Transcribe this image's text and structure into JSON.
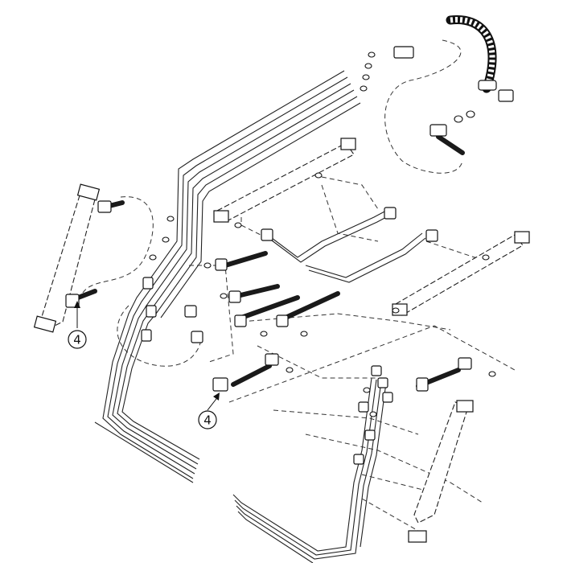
{
  "callouts": [
    {
      "id": "left",
      "label": "4"
    },
    {
      "id": "center",
      "label": "4"
    }
  ],
  "colors": {
    "line": "#222222",
    "background": "#ffffff"
  }
}
